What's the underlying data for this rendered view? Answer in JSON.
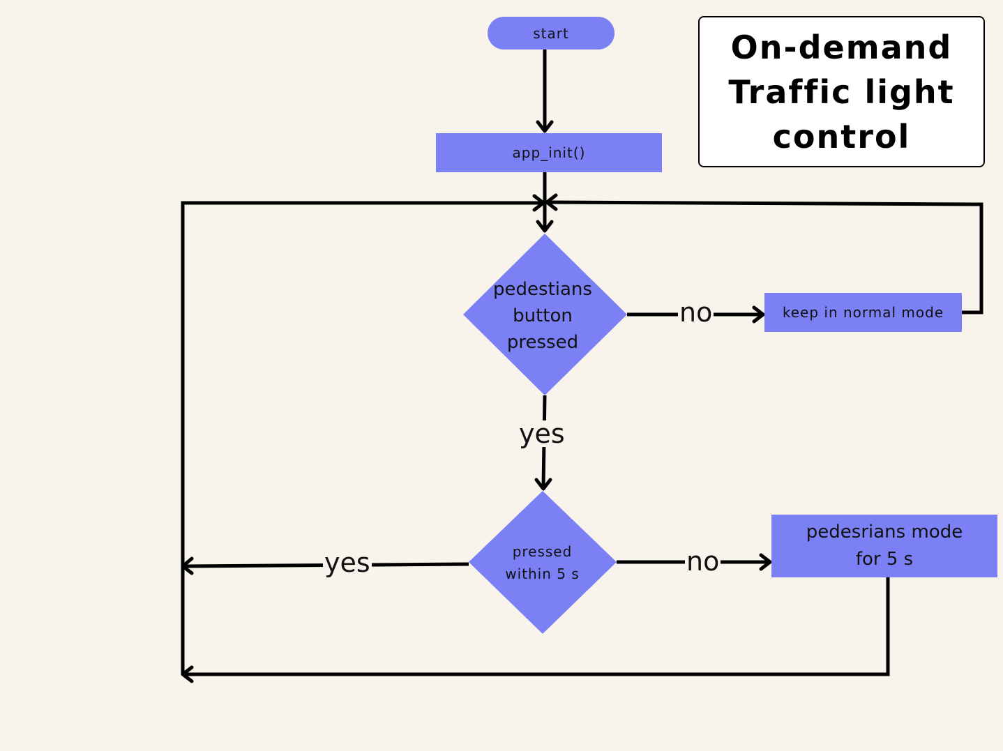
{
  "title": {
    "lines": [
      "On-demand",
      "Traffic light",
      "control"
    ]
  },
  "nodes": {
    "start": "start",
    "init": "app_init()",
    "normal_mode": "keep in normal mode",
    "decision_pressed": {
      "lines": [
        "pedestians",
        "button",
        "pressed"
      ]
    },
    "decision_within": {
      "lines": [
        "pressed",
        "within 5 s"
      ]
    },
    "pedestrian_mode": {
      "lines": [
        "pedesrians mode",
        "for 5 s"
      ]
    }
  },
  "edge_labels": {
    "pressed_no": "no",
    "pressed_yes": "yes",
    "within_yes": "yes",
    "within_no": "no"
  },
  "colors": {
    "node_fill": "#7b80f5",
    "background": "#f8f4ec",
    "line": "#000000",
    "title_fill": "#ffffff"
  }
}
